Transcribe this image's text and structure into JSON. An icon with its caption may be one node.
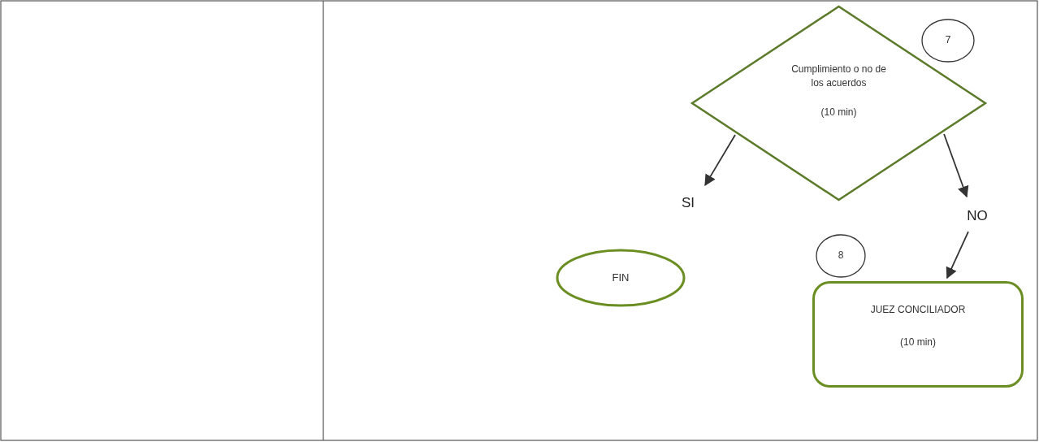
{
  "diagram": {
    "nodes": [
      {
        "text": [
          "Cumplimiento o no de los acuerdos",
          "(10 min)"
        ]
      },
      {
        "text": [
          "7"
        ]
      },
      {
        "text": [
          "SI"
        ]
      },
      {
        "text": [
          "NO"
        ]
      },
      {
        "text": [
          "8"
        ]
      },
      {
        "text": [
          "FIN"
        ]
      },
      {
        "text": [
          "JUEZ CONCILIADOR",
          "(10 min)"
        ]
      }
    ],
    "edges": [
      {
        "from": 0,
        "to": 2,
        "arrow": "to"
      },
      {
        "from": 0,
        "to": 3,
        "arrow": "to"
      },
      {
        "from": 3,
        "to": 6,
        "arrow": "to"
      }
    ]
  }
}
